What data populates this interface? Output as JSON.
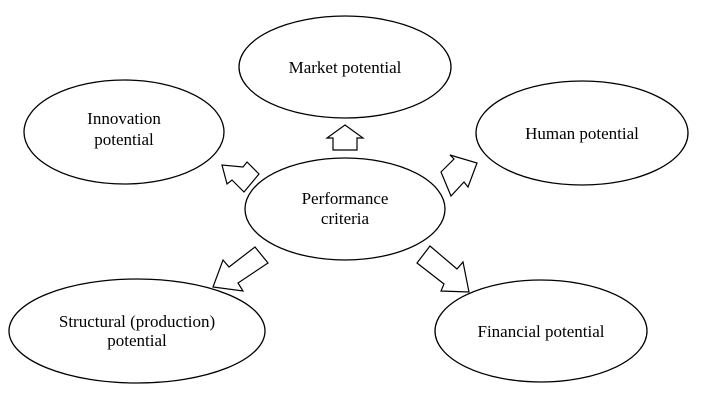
{
  "diagram": {
    "center": {
      "line1": "Performance",
      "line2": "criteria"
    },
    "market": {
      "line1": "Market potential"
    },
    "human": {
      "line1": "Human potential"
    },
    "innovation": {
      "line1": "Innovation",
      "line2": "potential"
    },
    "structural": {
      "line1": "Structural (production)",
      "line2": "potential"
    },
    "financial": {
      "line1": "Financial potential"
    }
  },
  "colors": {
    "stroke": "#000000",
    "fill": "#ffffff",
    "text": "#000000"
  }
}
